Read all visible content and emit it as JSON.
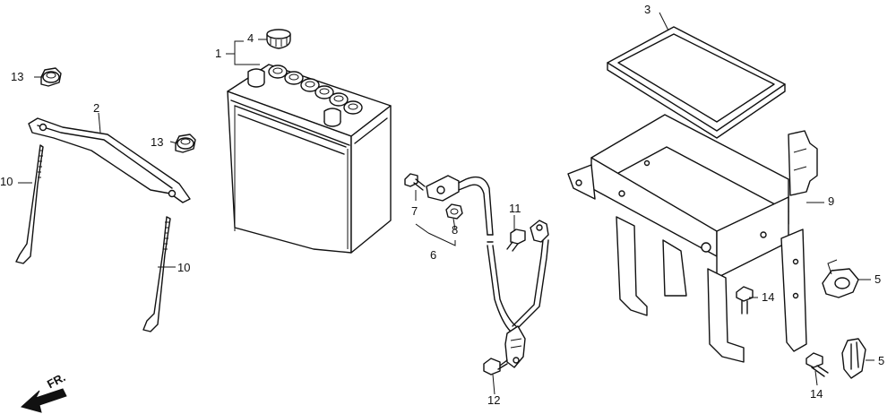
{
  "diagram": {
    "callouts": [
      {
        "id": "c1",
        "text": "1"
      },
      {
        "id": "c2",
        "text": "2"
      },
      {
        "id": "c3",
        "text": "3"
      },
      {
        "id": "c4",
        "text": "4"
      },
      {
        "id": "c5a",
        "text": "5"
      },
      {
        "id": "c5b",
        "text": "5"
      },
      {
        "id": "c6",
        "text": "6"
      },
      {
        "id": "c7",
        "text": "7"
      },
      {
        "id": "c8",
        "text": "8"
      },
      {
        "id": "c9",
        "text": "9"
      },
      {
        "id": "c10a",
        "text": "10"
      },
      {
        "id": "c10b",
        "text": "10"
      },
      {
        "id": "c11",
        "text": "11"
      },
      {
        "id": "c12",
        "text": "12"
      },
      {
        "id": "c13a",
        "text": "13"
      },
      {
        "id": "c13b",
        "text": "13"
      },
      {
        "id": "c14a",
        "text": "14"
      },
      {
        "id": "c14b",
        "text": "14"
      }
    ],
    "direction_label": "FR."
  }
}
